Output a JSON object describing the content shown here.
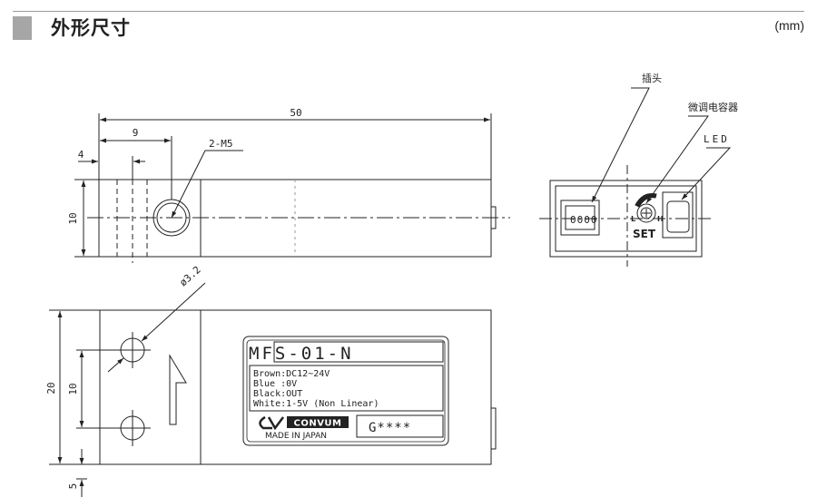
{
  "header": {
    "title": "外形尺寸",
    "unit": "(mm)"
  },
  "dimensions": {
    "overall_length": "50",
    "hole_offset": "9",
    "edge_offset": "4",
    "thread": "2-M5",
    "side_height": "10",
    "hole_diameter": "ø3.2",
    "bottom_height": "20",
    "hole_pitch": "10",
    "bottom_margin": "5"
  },
  "label_plate": {
    "model": "MFS-01-N",
    "wires": [
      "Brown:DC12~24V",
      "Blue :0V",
      "Black:OUT",
      "White:1-5V (Non Linear)"
    ],
    "brand": "CONVUM",
    "origin": "MADE IN JAPAN",
    "lot": "G****"
  },
  "end_view": {
    "connector_label": "插头",
    "trimmer_label": "微调电容器",
    "led_label": "LED",
    "connector_pins": "0000",
    "set_label": "SET",
    "low_mark": "L",
    "high_mark": "H"
  }
}
